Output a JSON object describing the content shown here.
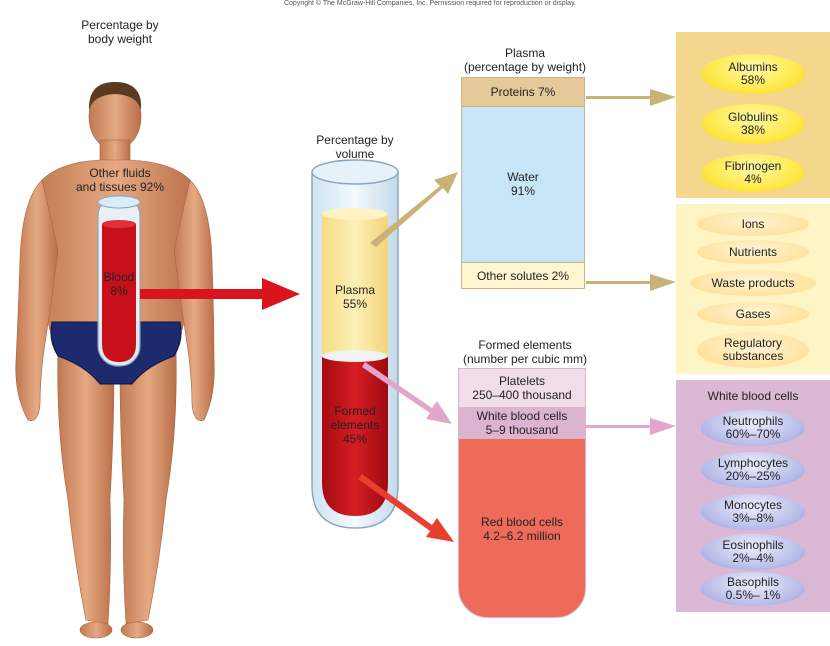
{
  "copyright": "Copyright © The McGraw-Hill Companies, Inc. Permission required for reproduction or display.",
  "body_weight": {
    "title_line1": "Percentage by",
    "title_line2": "body weight",
    "other_line1": "Other fluids",
    "other_line2": "and tissues 92%",
    "blood_line1": "Blood",
    "blood_line2": "8%"
  },
  "volume": {
    "title_line1": "Percentage by",
    "title_line2": "volume",
    "plasma_line1": "Plasma",
    "plasma_line2": "55%",
    "formed_line1": "Formed",
    "formed_line2": "elements",
    "formed_line3": "45%"
  },
  "plasma_box": {
    "title_line1": "Plasma",
    "title_line2": "(percentage by weight)",
    "proteins": "Proteins 7%",
    "water_line1": "Water",
    "water_line2": "91%",
    "other_solutes": "Other solutes 2%"
  },
  "formed_box": {
    "title_line1": "Formed elements",
    "title_line2": "(number per cubic mm)",
    "platelets_line1": "Platelets",
    "platelets_line2": "250–400 thousand",
    "wbc_line1": "White blood cells",
    "wbc_line2": "5–9 thousand",
    "rbc_line1": "Red blood cells",
    "rbc_line2": "4.2–6.2 million"
  },
  "proteins_panel": [
    {
      "name": "Albumins",
      "value": "58%"
    },
    {
      "name": "Globulins",
      "value": "38%"
    },
    {
      "name": "Fibrinogen",
      "value": "4%"
    }
  ],
  "solutes_panel": [
    {
      "line1": "Ions",
      "line2": ""
    },
    {
      "line1": "Nutrients",
      "line2": ""
    },
    {
      "line1": "Waste products",
      "line2": ""
    },
    {
      "line1": "Gases",
      "line2": ""
    },
    {
      "line1": "Regulatory",
      "line2": "substances"
    }
  ],
  "wbc_panel": {
    "title": "White blood cells",
    "items": [
      {
        "name": "Neutrophils",
        "value": "60%–70%"
      },
      {
        "name": "Lymphocytes",
        "value": "20%–25%"
      },
      {
        "name": "Monocytes",
        "value": "3%–8%"
      },
      {
        "name": "Eosinophils",
        "value": "2%–4%"
      },
      {
        "name": "Basophils",
        "value": "0.5%– 1%"
      }
    ]
  },
  "colors": {
    "plasma_yellow": "#fbeaa0",
    "blood_red": "#c8101a",
    "water_blue": "#c6e6f7",
    "protein_tan": "#e5c99a",
    "platelet_pink": "#f1dcea",
    "wbc_pink": "#dcb4d0",
    "rbc_salmon": "#ee6b5a",
    "protein_panel": "#f4d68c",
    "solute_panel": "#fff5c4",
    "wbc_panel": "#dbb8d6"
  }
}
